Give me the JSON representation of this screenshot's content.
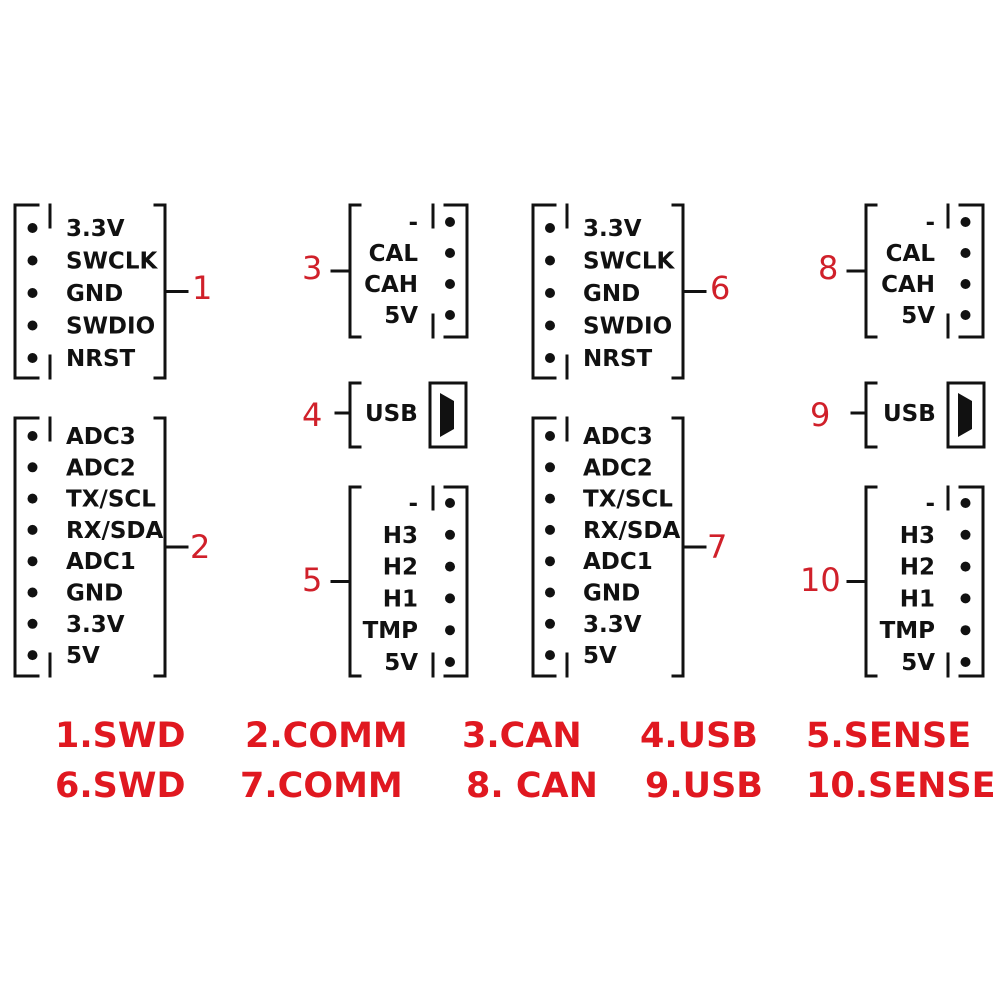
{
  "colors": {
    "lines": "#111111",
    "numbers": "#d0202a",
    "legend": "#e01820",
    "background": "#ffffff"
  },
  "connectors": [
    {
      "number": "1",
      "kind": "header",
      "pins": [
        "3.3V",
        "SWCLK",
        "GND",
        "SWDIO",
        "NRST"
      ]
    },
    {
      "number": "2",
      "kind": "header",
      "pins": [
        "ADC3",
        "ADC2",
        "TX/SCL",
        "RX/SDA",
        "ADC1",
        "GND",
        "3.3V",
        "5V"
      ]
    },
    {
      "number": "3",
      "kind": "header",
      "pins": [
        "-",
        "CAL",
        "CAH",
        "5V"
      ]
    },
    {
      "number": "4",
      "kind": "usb",
      "pins": [
        "USB"
      ],
      "icon": "micro-usb-icon"
    },
    {
      "number": "5",
      "kind": "header",
      "pins": [
        "-",
        "H3",
        "H2",
        "H1",
        "TMP",
        "5V"
      ]
    },
    {
      "number": "6",
      "kind": "header",
      "pins": [
        "3.3V",
        "SWCLK",
        "GND",
        "SWDIO",
        "NRST"
      ]
    },
    {
      "number": "7",
      "kind": "header",
      "pins": [
        "ADC3",
        "ADC2",
        "TX/SCL",
        "RX/SDA",
        "ADC1",
        "GND",
        "3.3V",
        "5V"
      ]
    },
    {
      "number": "8",
      "kind": "header",
      "pins": [
        "-",
        "CAL",
        "CAH",
        "5V"
      ]
    },
    {
      "number": "9",
      "kind": "usb",
      "pins": [
        "USB"
      ],
      "icon": "micro-usb-icon"
    },
    {
      "number": "10",
      "kind": "header",
      "pins": [
        "-",
        "H3",
        "H2",
        "H1",
        "TMP",
        "5V"
      ]
    }
  ],
  "legend": {
    "row1": [
      "1.SWD",
      "2.COMM",
      "3.CAN",
      "4.USB",
      "5.SENSE"
    ],
    "row2": [
      "6.SWD",
      "7.COMM",
      "8. CAN",
      "9.USB",
      "10.SENSE"
    ]
  }
}
